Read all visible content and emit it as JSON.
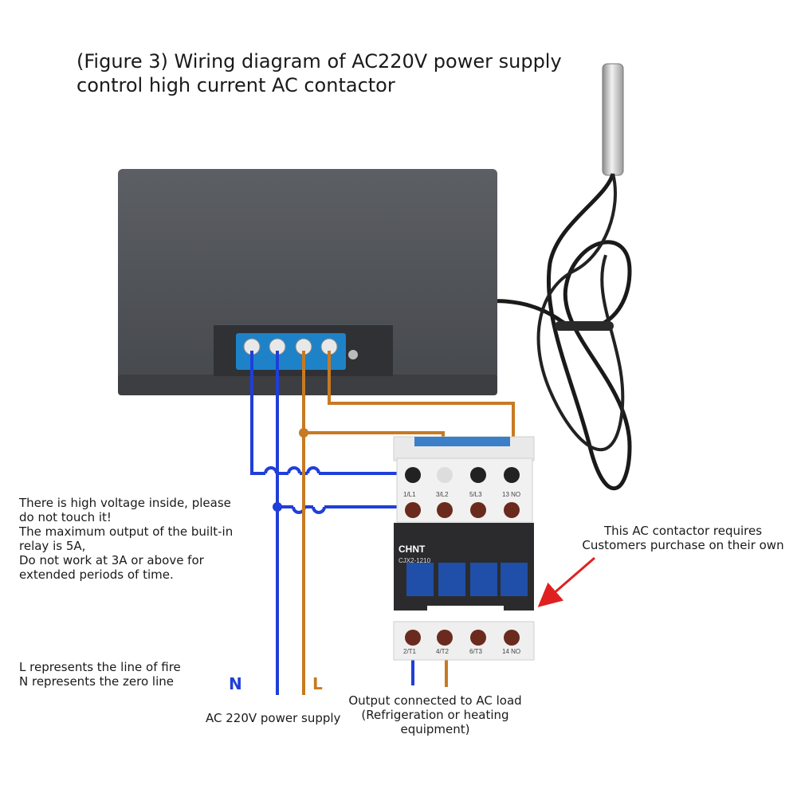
{
  "title_line1": "(Figure 3) Wiring diagram of AC220V power supply",
  "title_line2": "control high current AC contactor",
  "warning": [
    "There is high voltage inside, please",
    "do not touch it!",
    "The maximum output of the built-in",
    "relay is 5A,",
    "Do not work at 3A or above for",
    "extended periods of time."
  ],
  "legend": [
    "L represents the line of fire",
    "N represents the zero line"
  ],
  "contactor_note": [
    "This AC contactor requires",
    "Customers purchase on their own"
  ],
  "label_N": "N",
  "label_L": "L",
  "power_supply": "AC 220V power supply",
  "output_note": [
    "Output connected to AC load",
    "(Refrigeration or heating",
    "equipment)"
  ],
  "contactor": {
    "brand": "CHNT",
    "model": "CJX2-1210",
    "top_terminals": [
      "1/L1",
      "3/L2",
      "5/L3",
      "13 NO"
    ],
    "bottom_terminals": [
      "2/T1",
      "4/T2",
      "6/T3",
      "14 NO"
    ]
  },
  "colors": {
    "neutral_wire": "#1f3fd8",
    "live_wire": "#c77a22",
    "arrow": "#e02020",
    "controller_body": "#55585d",
    "terminal_block": "#1e82c8"
  }
}
